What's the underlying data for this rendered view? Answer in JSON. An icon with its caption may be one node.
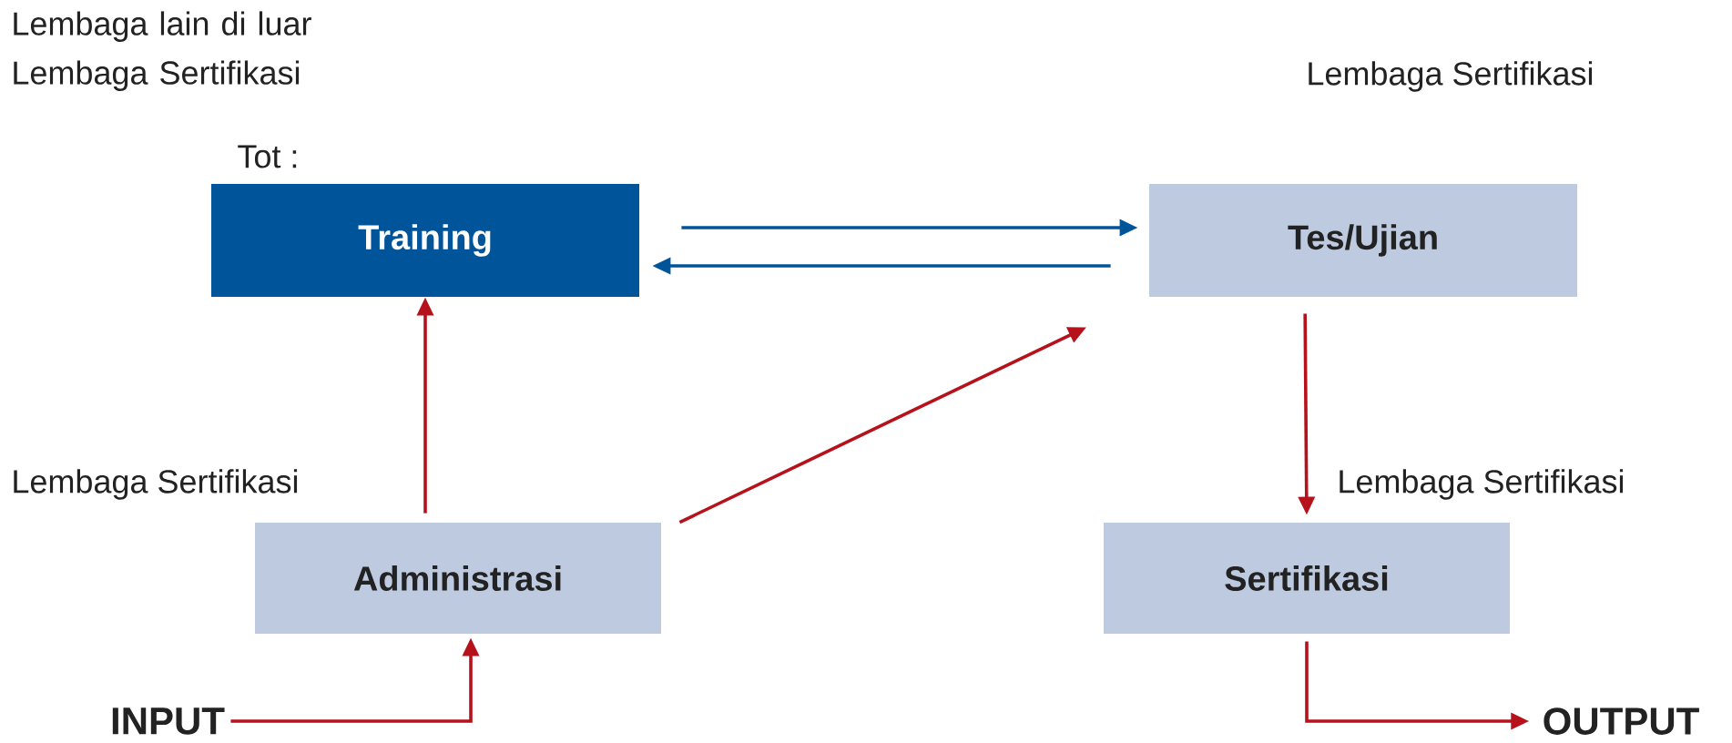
{
  "diagram": {
    "nodes": [
      {
        "text": [
          "Training"
        ],
        "beside": [
          "Lembaga lain di luar Lembaga Sertifikasi",
          "Tot :"
        ]
      },
      {
        "text": [
          "Tes/Ujian"
        ],
        "beside": [
          "Lembaga Sertifikasi"
        ]
      },
      {
        "text": [
          "Administrasi"
        ],
        "beside": [
          "Lembaga Sertifikasi"
        ]
      },
      {
        "text": [
          "Sertifikasi"
        ],
        "beside": [
          "Lembaga Sertifikasi"
        ]
      },
      {
        "text": [
          "INPUT"
        ]
      },
      {
        "text": [
          "OUTPUT"
        ]
      }
    ],
    "edges": [
      {
        "from": 0,
        "to": 1,
        "arrow": "to",
        "color": "#00559a"
      },
      {
        "from": 1,
        "to": 0,
        "arrow": "to",
        "color": "#00559a"
      },
      {
        "from": 2,
        "to": 0,
        "arrow": "to"
      },
      {
        "from": 2,
        "to": 1,
        "arrow": "to"
      },
      {
        "from": 1,
        "to": 3,
        "arrow": "to"
      },
      {
        "from": 4,
        "to": 2,
        "arrow": "to"
      },
      {
        "from": 3,
        "to": 5,
        "arrow": "to"
      }
    ]
  }
}
